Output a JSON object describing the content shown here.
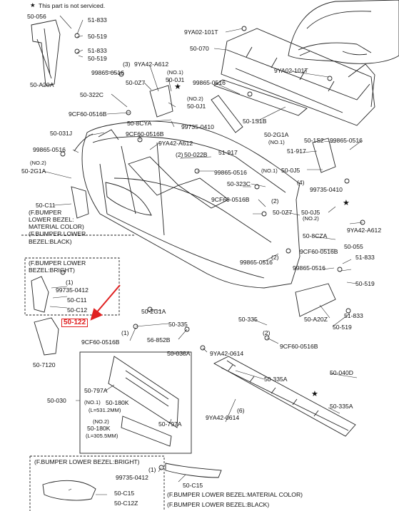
{
  "notice": {
    "star": "★",
    "text": "This part is not serviced."
  },
  "highlight_color": "#e02020",
  "callouts": {
    "p50056": "50-056",
    "p51833a": "51-833",
    "p50519a": "50-519",
    "p51833b": "51-833",
    "p50519b": "50-519",
    "p99865a": "99865-0516",
    "p50A20A": "50-A20A",
    "p9YA02a": "9YA02-101T",
    "p50070": "50-070",
    "n3a": "(3)",
    "p9YA42a": "9YA42-A612",
    "no1a": "(NO.1)",
    "p500J1a": "50-0J1",
    "p500Z7a": "50-0Z7",
    "p99865b": "99865-0516",
    "p9YA02b": "9YA02-101T",
    "p50322C": "50-322C",
    "no2a": "(NO.2)",
    "p500J1b": "50-0J1",
    "p9CF60a": "9CF60-0516B",
    "p508CYA": "50-8CYA",
    "p99735a": "99735-0410",
    "p501S1B": "50-1S1B",
    "p9CF60b": "9CF60-0516B",
    "p50031J": "50-031J",
    "p9YA42b": "9YA42-A612",
    "p502G1A": "50-2G1A",
    "no1b": "(NO.1)",
    "p99865c": "99865-0516",
    "n2a": "(2)",
    "p50022B": "50-022B",
    "p51917a": "51-917",
    "p501S2": "50-1S2",
    "p99865d": "99865-0516",
    "p51917b": "51-917",
    "no2b": "(NO.2)",
    "p502G1Ab": "50-2G1A",
    "p99865e": "99865-0516",
    "no1c": "(NO.1)",
    "p500J5a": "50-0J5",
    "p50323C": "50-323C",
    "n4": "(4)",
    "p99735b": "99735-0410",
    "p50C11": "50-C11",
    "p9CF60c": "9CF60-0516B",
    "n2b": "(2)",
    "p500Z7b": "50-0Z7",
    "p500J5b": "50-0J5",
    "no2c": "(NO.2)",
    "p9YA42c": "9YA42-A612",
    "p508CZA": "50-8CZA",
    "p50055": "50-055",
    "p9CF60d": "9CF60-0516B",
    "p51833c": "51-833",
    "p99865f": "99865-0516",
    "n2c": "(2)",
    "p99865g": "99865-0516",
    "p50519c": "50-519",
    "p51833d": "51-833",
    "p50A20Z": "50-A20Z",
    "p50519d": "50-519",
    "n1a": "(1)",
    "p99735c": "99735-0412",
    "p50C11b": "50-C11",
    "p50C12": "50-C12",
    "p50122": "50-122",
    "p502G1Ac": "50-2G1A",
    "p50335a": "50-335",
    "p50335b": "50-335",
    "n1b": "(1)",
    "p9CF60e": "9CF60-0516B",
    "p56852B": "56-852B",
    "n2d": "(2)",
    "p9CF60f": "9CF60-0516B",
    "p50038A": "50-038A",
    "p9YA42d": "9YA42-0614",
    "p507120": "50-7120",
    "p50335Ab": "50-335A",
    "p50040D": "50-040D",
    "p50797Aa": "50-797A",
    "p50030": "50-030",
    "no1d": "(NO.1)",
    "p50180Ka": "50-180K",
    "l1": "(L=531.2MM)",
    "n6": "(6)",
    "p50335Ac": "50-335A",
    "no2d": "(NO.2)",
    "p50180Kb": "50-180K",
    "l2": "(L=305.5MM)",
    "p50797Ab": "50-797A",
    "p9YA42e": "9YA42-0614",
    "n1c": "(1)",
    "p99735d": "99735-0412",
    "p50C15a": "50-C15",
    "p50C12Z": "50-C12Z",
    "p50C15b": "50-C15"
  },
  "notes": {
    "material": "(F.BUMPER\nLOWER BEZEL:\nMATERIAL COLOR)\n(F.BUMPER LOWER\nBEZEL:BLACK)",
    "bright": "(F.BUMPER LOWER\nBEZEL:BRIGHT)",
    "bright_bottom": "(F.BUMPER LOWER BEZEL:BRIGHT)",
    "material_bottom": "(F.BUMPER LOWER BEZEL:MATERIAL COLOR)",
    "black_bottom": "(F.BUMPER LOWER BEZEL:BLACK)"
  }
}
